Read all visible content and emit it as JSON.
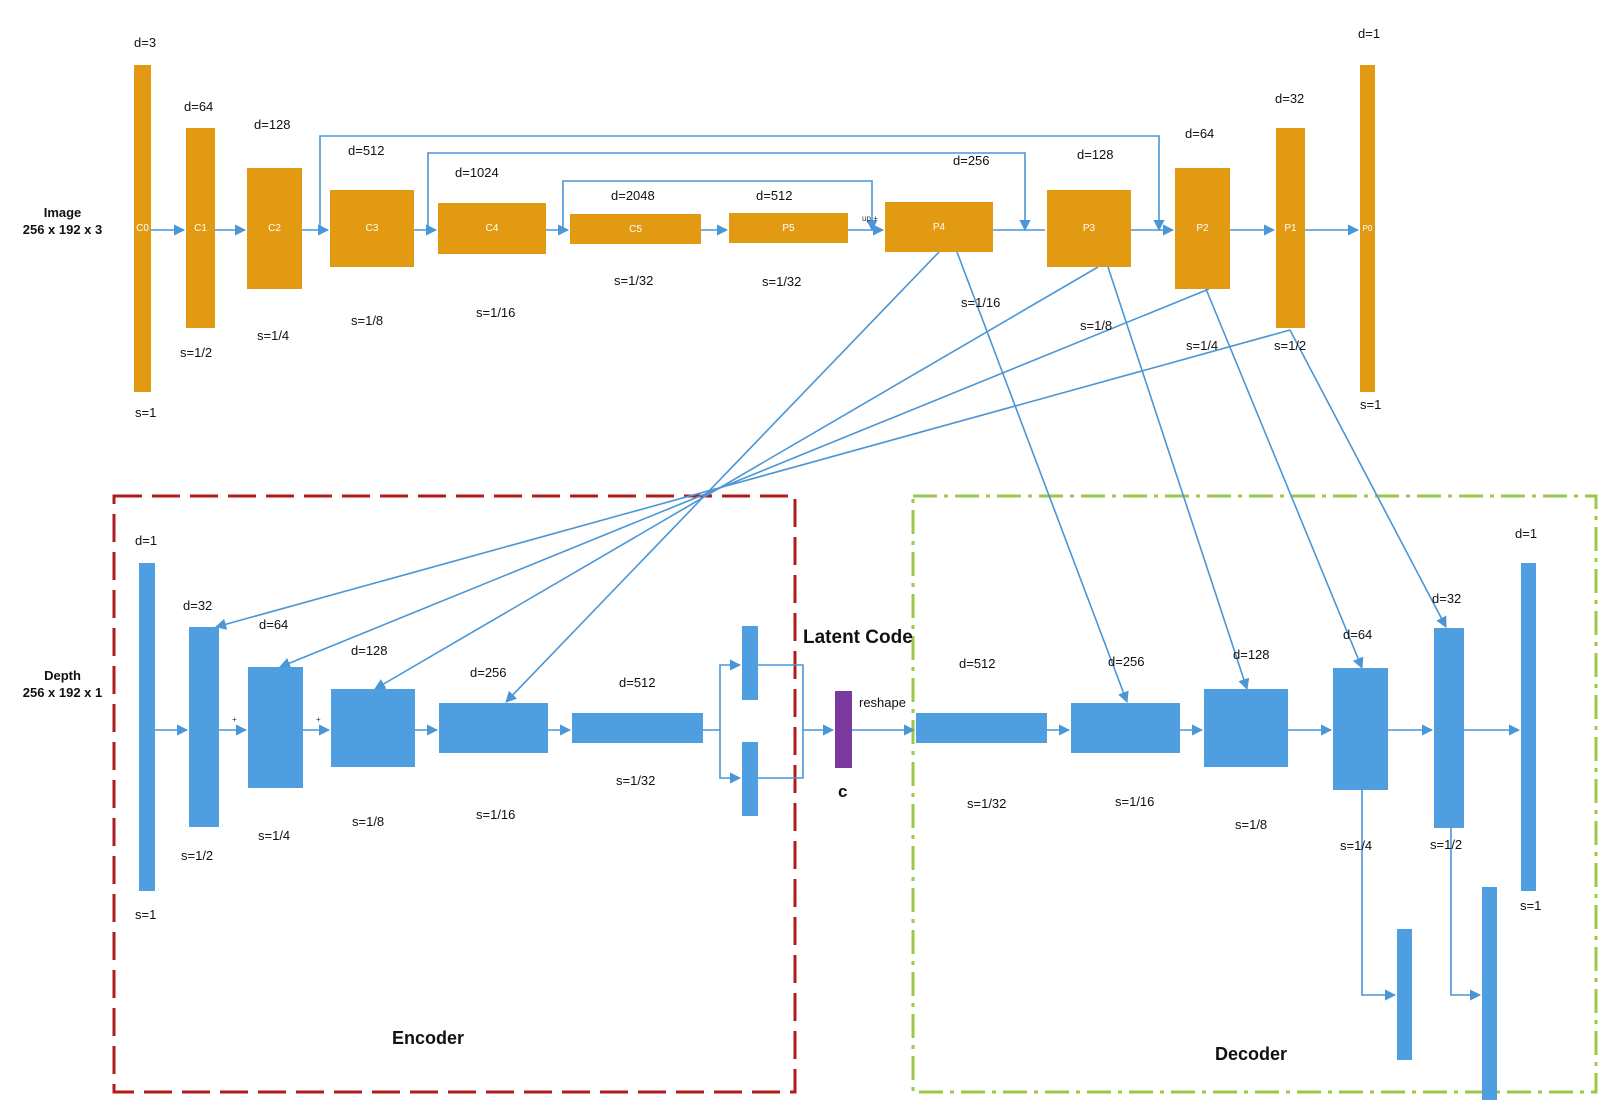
{
  "colors": {
    "image_branch": "#E39A13",
    "depth_branch": "#4F9FE0",
    "arrow": "#4A96D6",
    "latent": "#7A3AA0",
    "encoder_border": "#B01C1C",
    "decoder_border": "#9CC84A"
  },
  "image_input": {
    "line1": "Image",
    "line2": "256 x 192 x 3"
  },
  "depth_input": {
    "line1": "Depth",
    "line2": "256 x 192 x 1"
  },
  "top_blocks": [
    {
      "label": "C0",
      "d": "d=3",
      "s": "s=1"
    },
    {
      "label": "C1",
      "d": "d=64",
      "s": "s=1/2"
    },
    {
      "label": "C2",
      "d": "d=128",
      "s": "s=1/4"
    },
    {
      "label": "C3",
      "d": "d=512",
      "s": "s=1/8"
    },
    {
      "label": "C4",
      "d": "d=1024",
      "s": "s=1/16"
    },
    {
      "label": "C5",
      "d": "d=2048",
      "s": "s=1/32"
    },
    {
      "label": "P5",
      "d": "d=512",
      "s": "s=1/32"
    },
    {
      "label": "P4",
      "d": "d=256",
      "s": "s=1/16"
    },
    {
      "label": "P3",
      "d": "d=128",
      "s": "s=1/8"
    },
    {
      "label": "P2",
      "d": "d=64",
      "s": "s=1/4"
    },
    {
      "label": "P1",
      "d": "d=32",
      "s": "s=1/2"
    },
    {
      "label": "P0",
      "d": "d=1",
      "s": "s=1"
    }
  ],
  "up_plus": "up +",
  "encoder_blocks": [
    {
      "d": "d=1",
      "s": "s=1"
    },
    {
      "d": "d=32",
      "s": "s=1/2"
    },
    {
      "d": "d=64",
      "s": "s=1/4"
    },
    {
      "d": "d=128",
      "s": "s=1/8"
    },
    {
      "d": "d=256",
      "s": "s=1/16"
    },
    {
      "d": "d=512",
      "s": "s=1/32"
    }
  ],
  "plus_sign": "+",
  "latent": {
    "title": "Latent Code",
    "reshape": "reshape",
    "c": "c"
  },
  "decoder_blocks": [
    {
      "d": "d=512",
      "s": "s=1/32"
    },
    {
      "d": "d=256",
      "s": "s=1/16"
    },
    {
      "d": "d=128",
      "s": "s=1/8"
    },
    {
      "d": "d=64",
      "s": "s=1/4"
    },
    {
      "d": "d=32",
      "s": "s=1/2"
    },
    {
      "d": "d=1",
      "s": "s=1"
    }
  ],
  "encoder_title": "Encoder",
  "decoder_title": "Decoder"
}
